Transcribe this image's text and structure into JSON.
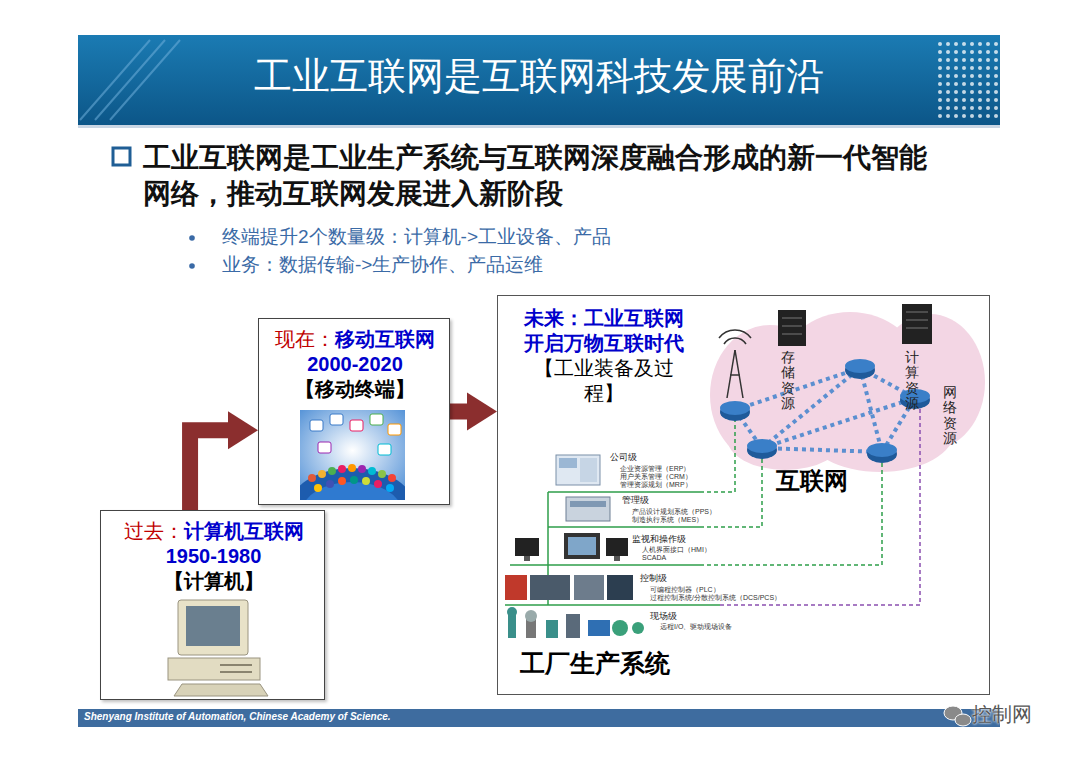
{
  "diagram": {
    "title": "工业互联网是互联网科技发展前沿",
    "nodes": [
      {
        "text": [
          "过去：",
          "计算机互联网",
          "1950-1980",
          "【计算机】"
        ]
      },
      {
        "text": [
          "现在：",
          "移动互联网",
          "2000-2020",
          "【移动终端】"
        ]
      },
      {
        "text": [
          "未来：工业互联网 开启万物互联时代",
          "【工业装备及过程】"
        ]
      }
    ],
    "edges": [
      {
        "from": 0,
        "to": 1,
        "arrow": "to"
      },
      {
        "from": 1,
        "to": 2,
        "arrow": "to"
      }
    ],
    "labels": [
      "工业互联网是工业生产系统与互联网深度融合形成的新一代智能网络，推动互联网发展进入新阶段",
      "终端提升2个数量级：计算机->工业设备、产品",
      "业务：数据传输->生产协作、产品运维",
      "存储资源",
      "计算资源",
      "网络资源",
      "互联网",
      "公司级",
      "企业资源管理（ERP）",
      "用户关系管理（CRM）",
      "管理资源规划（MRP）",
      "管理级",
      "产品设计规划系统（PPS）",
      "制造执行系统（MES）",
      "监视和操作级",
      "人机界面接口（HMI）",
      "SCADA",
      "控制级",
      "可编程控制器（PLC）",
      "过程控制系统/分散控制系统（DCS/PCS）",
      "现场级",
      "远程I/O、驱动现场设备",
      "工厂生产系统",
      "Shenyang Institute of Automation, Chinese Academy of Science.",
      "控制网"
    ]
  }
}
